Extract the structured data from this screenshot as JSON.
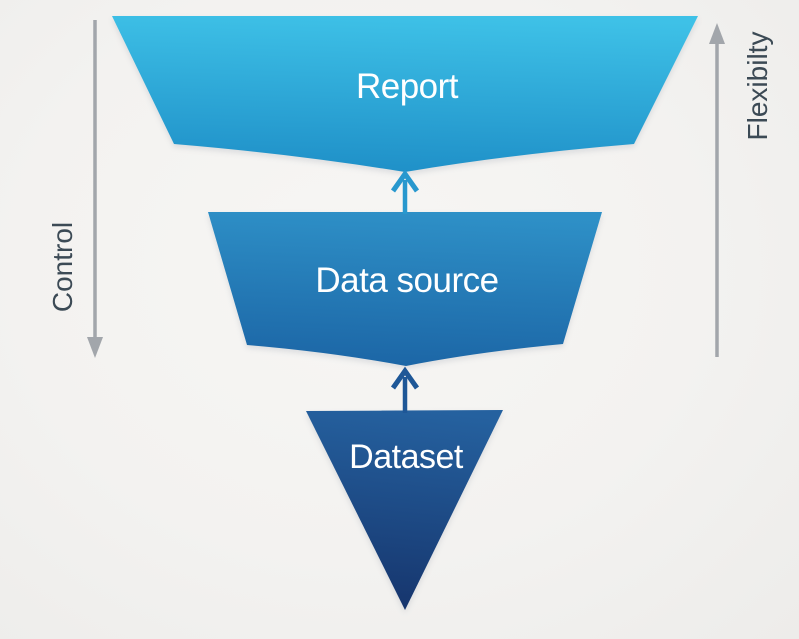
{
  "canvas": {
    "background_color": "#f3f2f0"
  },
  "funnel": {
    "layers": [
      {
        "label": "Report",
        "gradient_top": "#3ec1e7",
        "gradient_bottom": "#1f90c8"
      },
      {
        "label": "Data source",
        "gradient_top": "#2e90c7",
        "gradient_bottom": "#1c66a6"
      },
      {
        "label": "Dataset",
        "gradient_top": "#25619f",
        "gradient_bottom": "#16356d"
      }
    ],
    "flow_arrows": [
      {
        "name": "datasource-to-report",
        "direction": "up",
        "color": "#2898ce"
      },
      {
        "name": "dataset-to-datasource",
        "direction": "up",
        "color": "#1e5797"
      }
    ],
    "label_text_color": "#ffffff"
  },
  "axes": {
    "left": {
      "label": "Control",
      "direction": "down",
      "arrow_color": "#a2a6ab",
      "text_color": "#3c4a55"
    },
    "right": {
      "label": "Flexibilty",
      "direction": "up",
      "arrow_color": "#a2a6ab",
      "text_color": "#3c4a55"
    }
  }
}
